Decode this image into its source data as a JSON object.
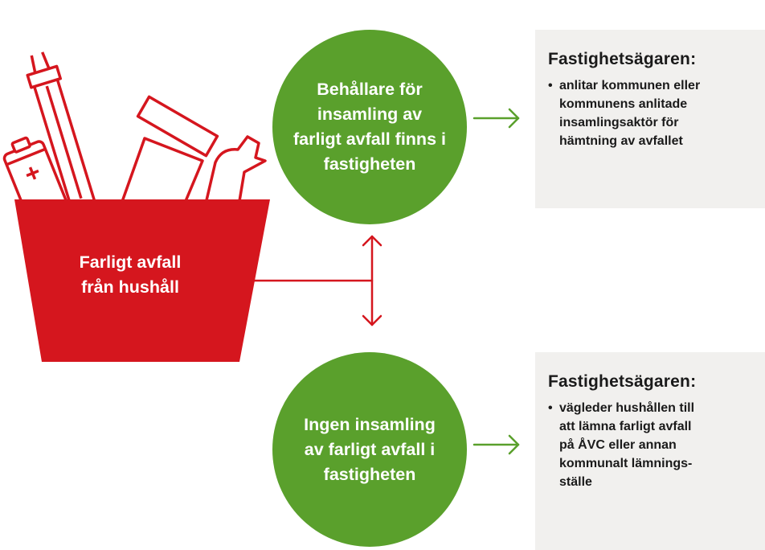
{
  "basket": {
    "label": "Farligt avfall\nfrån hushåll",
    "color": "#d5161e",
    "items": [
      "battery-icon",
      "fluorescent-tube-icon",
      "container-icon",
      "spray-bottle-icon"
    ]
  },
  "circles": {
    "top": {
      "text": "Behållare för\ninsamling av\nfarligt avfall finns i\nfastigheten"
    },
    "bottom": {
      "text": "Ingen insamling\nav farligt avfall i\nfastigheten"
    },
    "color": "#5aa02c"
  },
  "panels": {
    "top": {
      "heading": "Fastighetsägaren:",
      "bullets": [
        "anlitar kommunen eller\nkommunens anlitade\ninsamlingsaktör för\nhämtning av avfallet"
      ]
    },
    "bottom": {
      "heading": "Fastighetsägaren:",
      "bullets": [
        "vägleder hushållen till\natt lämna farligt avfall\npå ÅVC eller annan\nkommunalt lämnings-\nställe"
      ]
    },
    "background": "#f1f0ee"
  }
}
